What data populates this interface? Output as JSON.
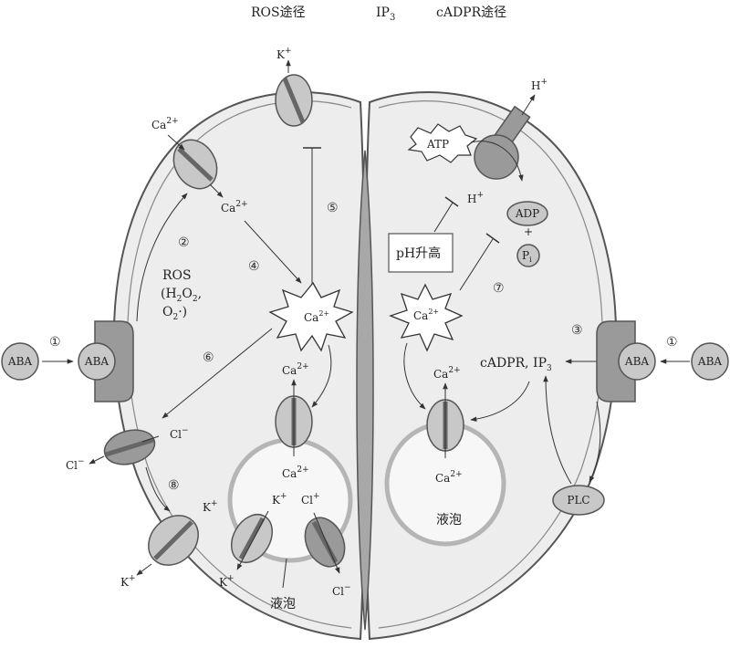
{
  "header": {
    "ros_pathway": "ROS途径",
    "ip3": "IP",
    "ip3_sub": "3",
    "cadpr_pathway": "cADPR途径"
  },
  "ions": {
    "k_plus": "K",
    "plus": "+",
    "minus": "−",
    "ca": "Ca",
    "ca_charge": "2+",
    "cl": "Cl",
    "h": "H"
  },
  "molecules": {
    "aba": "ABA",
    "atp": "ATP",
    "adp": "ADP",
    "pi": "P",
    "pi_sub": "i",
    "plc": "PLC",
    "ph_box": "pH升高",
    "ros": "ROS",
    "ros_paren_h2o2": "(H",
    "ros_h2o2_tail": "O",
    "ros_o2": "O",
    "cadpr_ip3": "cADPR, IP",
    "vacuole": "液泡"
  },
  "step_numbers": [
    "①",
    "②",
    "③",
    "④",
    "⑤",
    "⑥",
    "⑦",
    "⑧"
  ],
  "colors": {
    "cell_fill": "#ededed",
    "outline": "#555555",
    "channel_fill": "#c8c8c8",
    "receptor_fill": "#9a9a9a",
    "vacuole_ring": "#b5b5b5",
    "dark_channel": "#8a8a8a"
  }
}
